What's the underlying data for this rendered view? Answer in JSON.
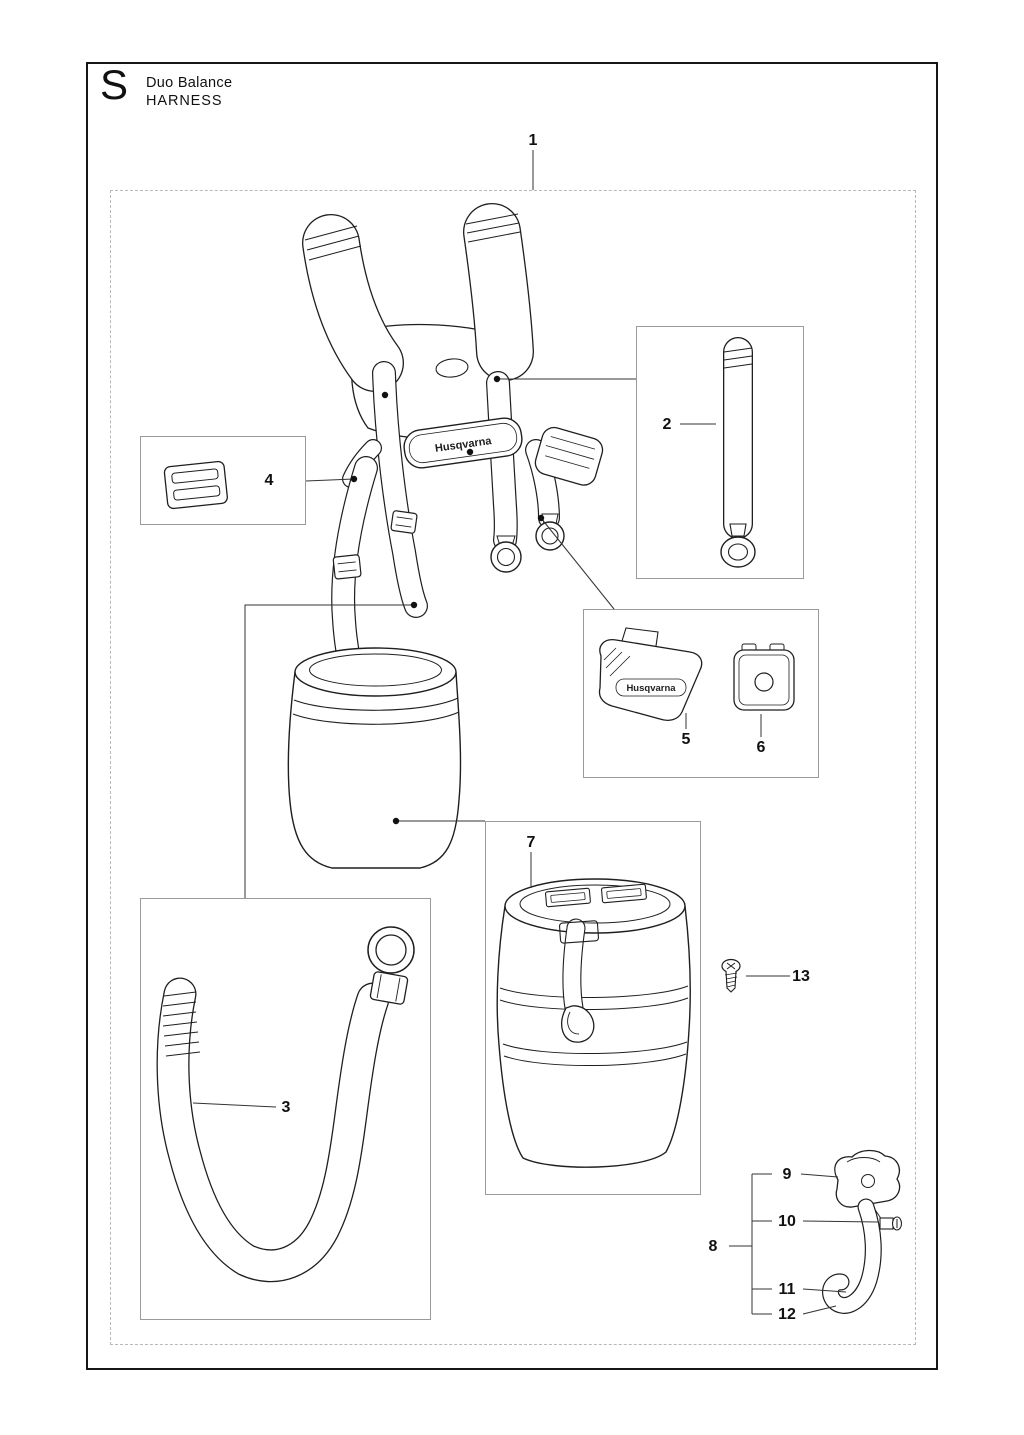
{
  "header": {
    "section_letter": "S",
    "title": "Duo Balance",
    "subtitle": "HARNESS"
  },
  "brand": "Husqvarna",
  "callouts": [
    {
      "label": "1"
    },
    {
      "label": "2"
    },
    {
      "label": "3"
    },
    {
      "label": "4"
    },
    {
      "label": "5"
    },
    {
      "label": "6"
    },
    {
      "label": "7"
    },
    {
      "label": "8"
    },
    {
      "label": "9"
    },
    {
      "label": "10"
    },
    {
      "label": "11"
    },
    {
      "label": "12"
    },
    {
      "label": "13"
    }
  ]
}
